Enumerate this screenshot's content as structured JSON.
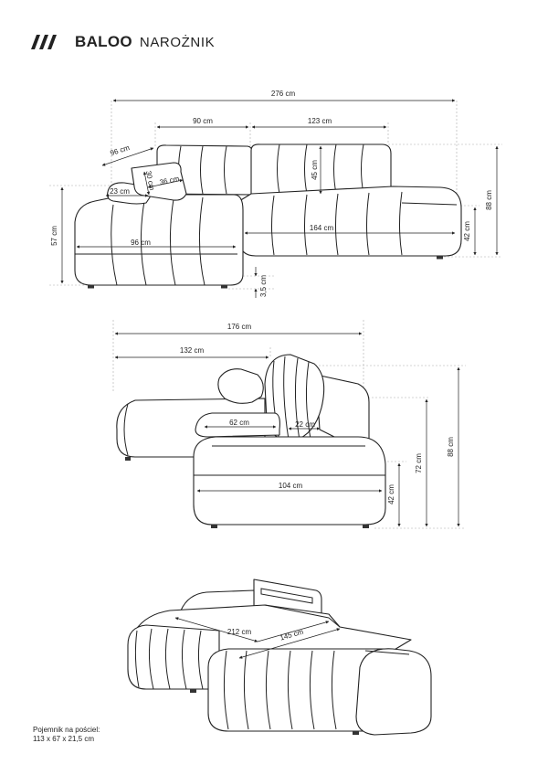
{
  "header": {
    "product_name": "BALOO",
    "product_type": "NAROŻNIK"
  },
  "dims": {
    "top_total_width": "276 cm",
    "top_chaise_width": "90 cm",
    "top_main_back_width": "123 cm",
    "top_chaise_depth": "96 cm",
    "top_pillow_height": "30 cm",
    "top_pillow_width": "36 cm",
    "top_armrest_width": "23 cm",
    "top_back_height": "45 cm",
    "top_seat_width": "164 cm",
    "top_chaise_seat_depth": "96 cm",
    "top_left_height": "57 cm",
    "top_seat_height": "42 cm",
    "top_total_height": "88 cm",
    "top_leg_height": "3,5 cm",
    "mid_total_depth": "176 cm",
    "mid_chaise_depth": "132 cm",
    "mid_seat_depth": "62 cm",
    "mid_arm_depth": "22 cm",
    "mid_seat_width": "104 cm",
    "mid_seat_height": "42 cm",
    "mid_back_height": "72 cm",
    "mid_total_height": "88 cm",
    "bed_length": "212 cm",
    "bed_width": "145 cm"
  },
  "storage": {
    "line1": "Pojemnik na pościel:",
    "line2": "113 x 67 x 21,5 cm"
  }
}
